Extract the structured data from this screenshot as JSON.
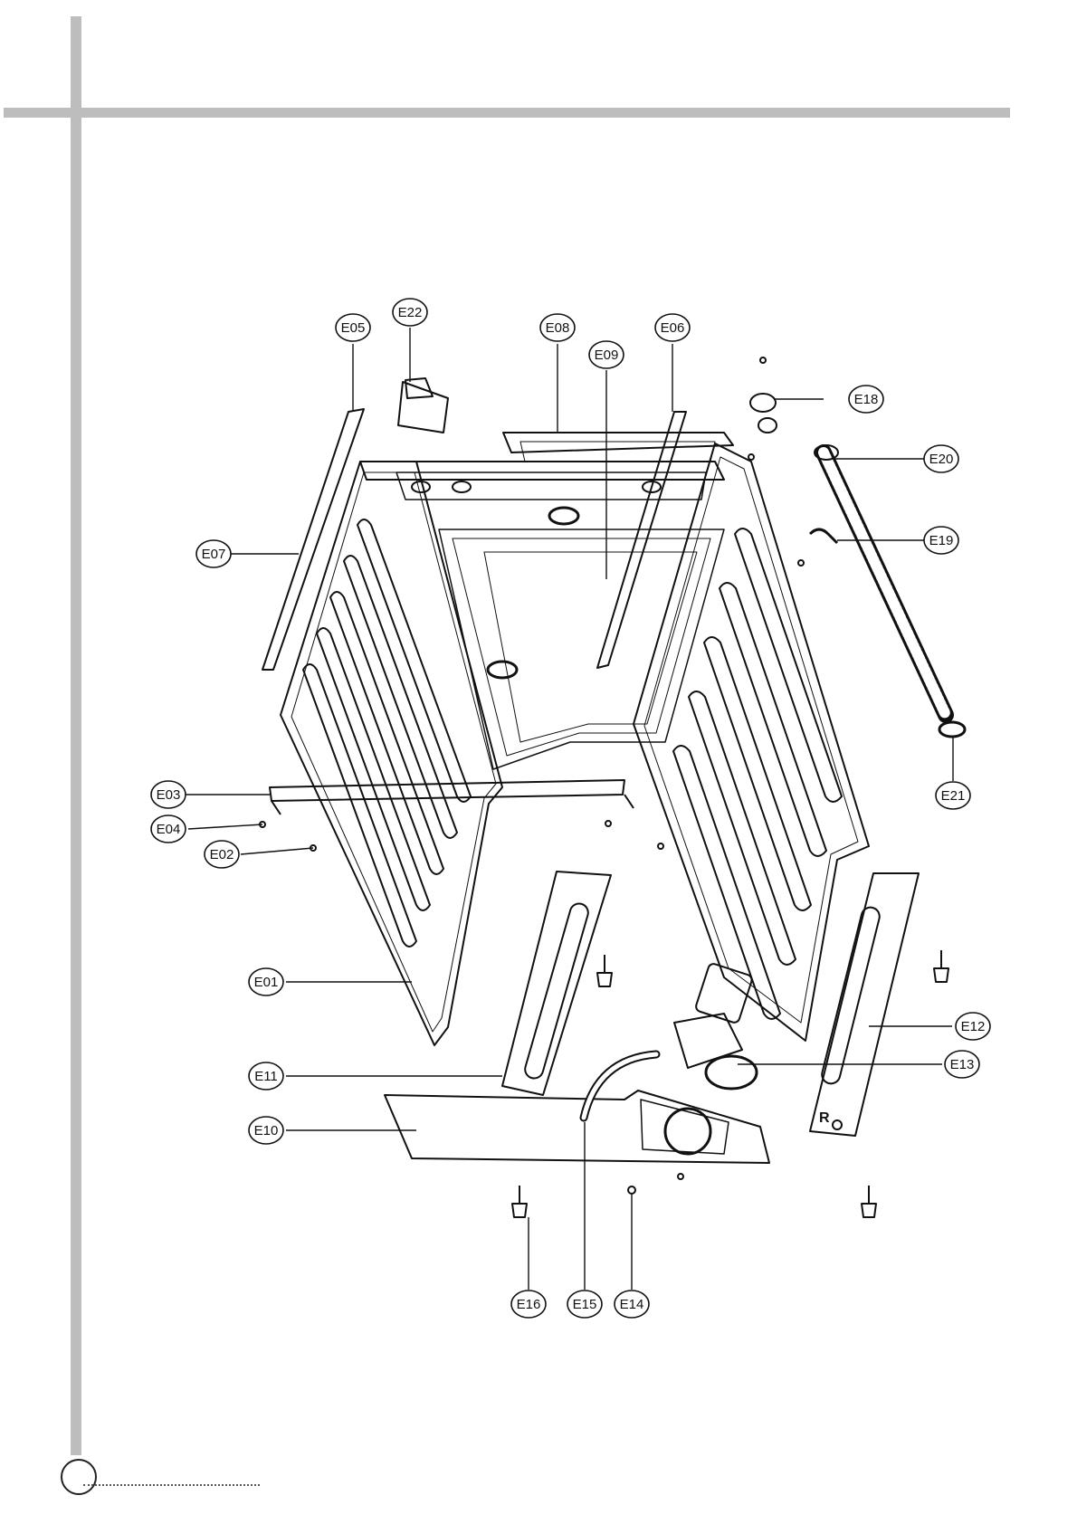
{
  "callouts": [
    {
      "id": "E01",
      "label": "E01"
    },
    {
      "id": "E02",
      "label": "E02"
    },
    {
      "id": "E03",
      "label": "E03"
    },
    {
      "id": "E04",
      "label": "E04"
    },
    {
      "id": "E05",
      "label": "E05"
    },
    {
      "id": "E06",
      "label": "E06"
    },
    {
      "id": "E07",
      "label": "E07"
    },
    {
      "id": "E08",
      "label": "E08"
    },
    {
      "id": "E09",
      "label": "E09"
    },
    {
      "id": "E10",
      "label": "E10"
    },
    {
      "id": "E11",
      "label": "E11"
    },
    {
      "id": "E12",
      "label": "E12"
    },
    {
      "id": "E13",
      "label": "E13"
    },
    {
      "id": "E14",
      "label": "E14"
    },
    {
      "id": "E15",
      "label": "E15"
    },
    {
      "id": "E16",
      "label": "E16"
    },
    {
      "id": "E18",
      "label": "E18"
    },
    {
      "id": "E19",
      "label": "E19"
    },
    {
      "id": "E20",
      "label": "E20"
    },
    {
      "id": "E21",
      "label": "E21"
    },
    {
      "id": "E22",
      "label": "E22"
    }
  ],
  "side_panel_mark": "R",
  "colors": {
    "frame": "#bdbdbd",
    "line": "#111111"
  }
}
